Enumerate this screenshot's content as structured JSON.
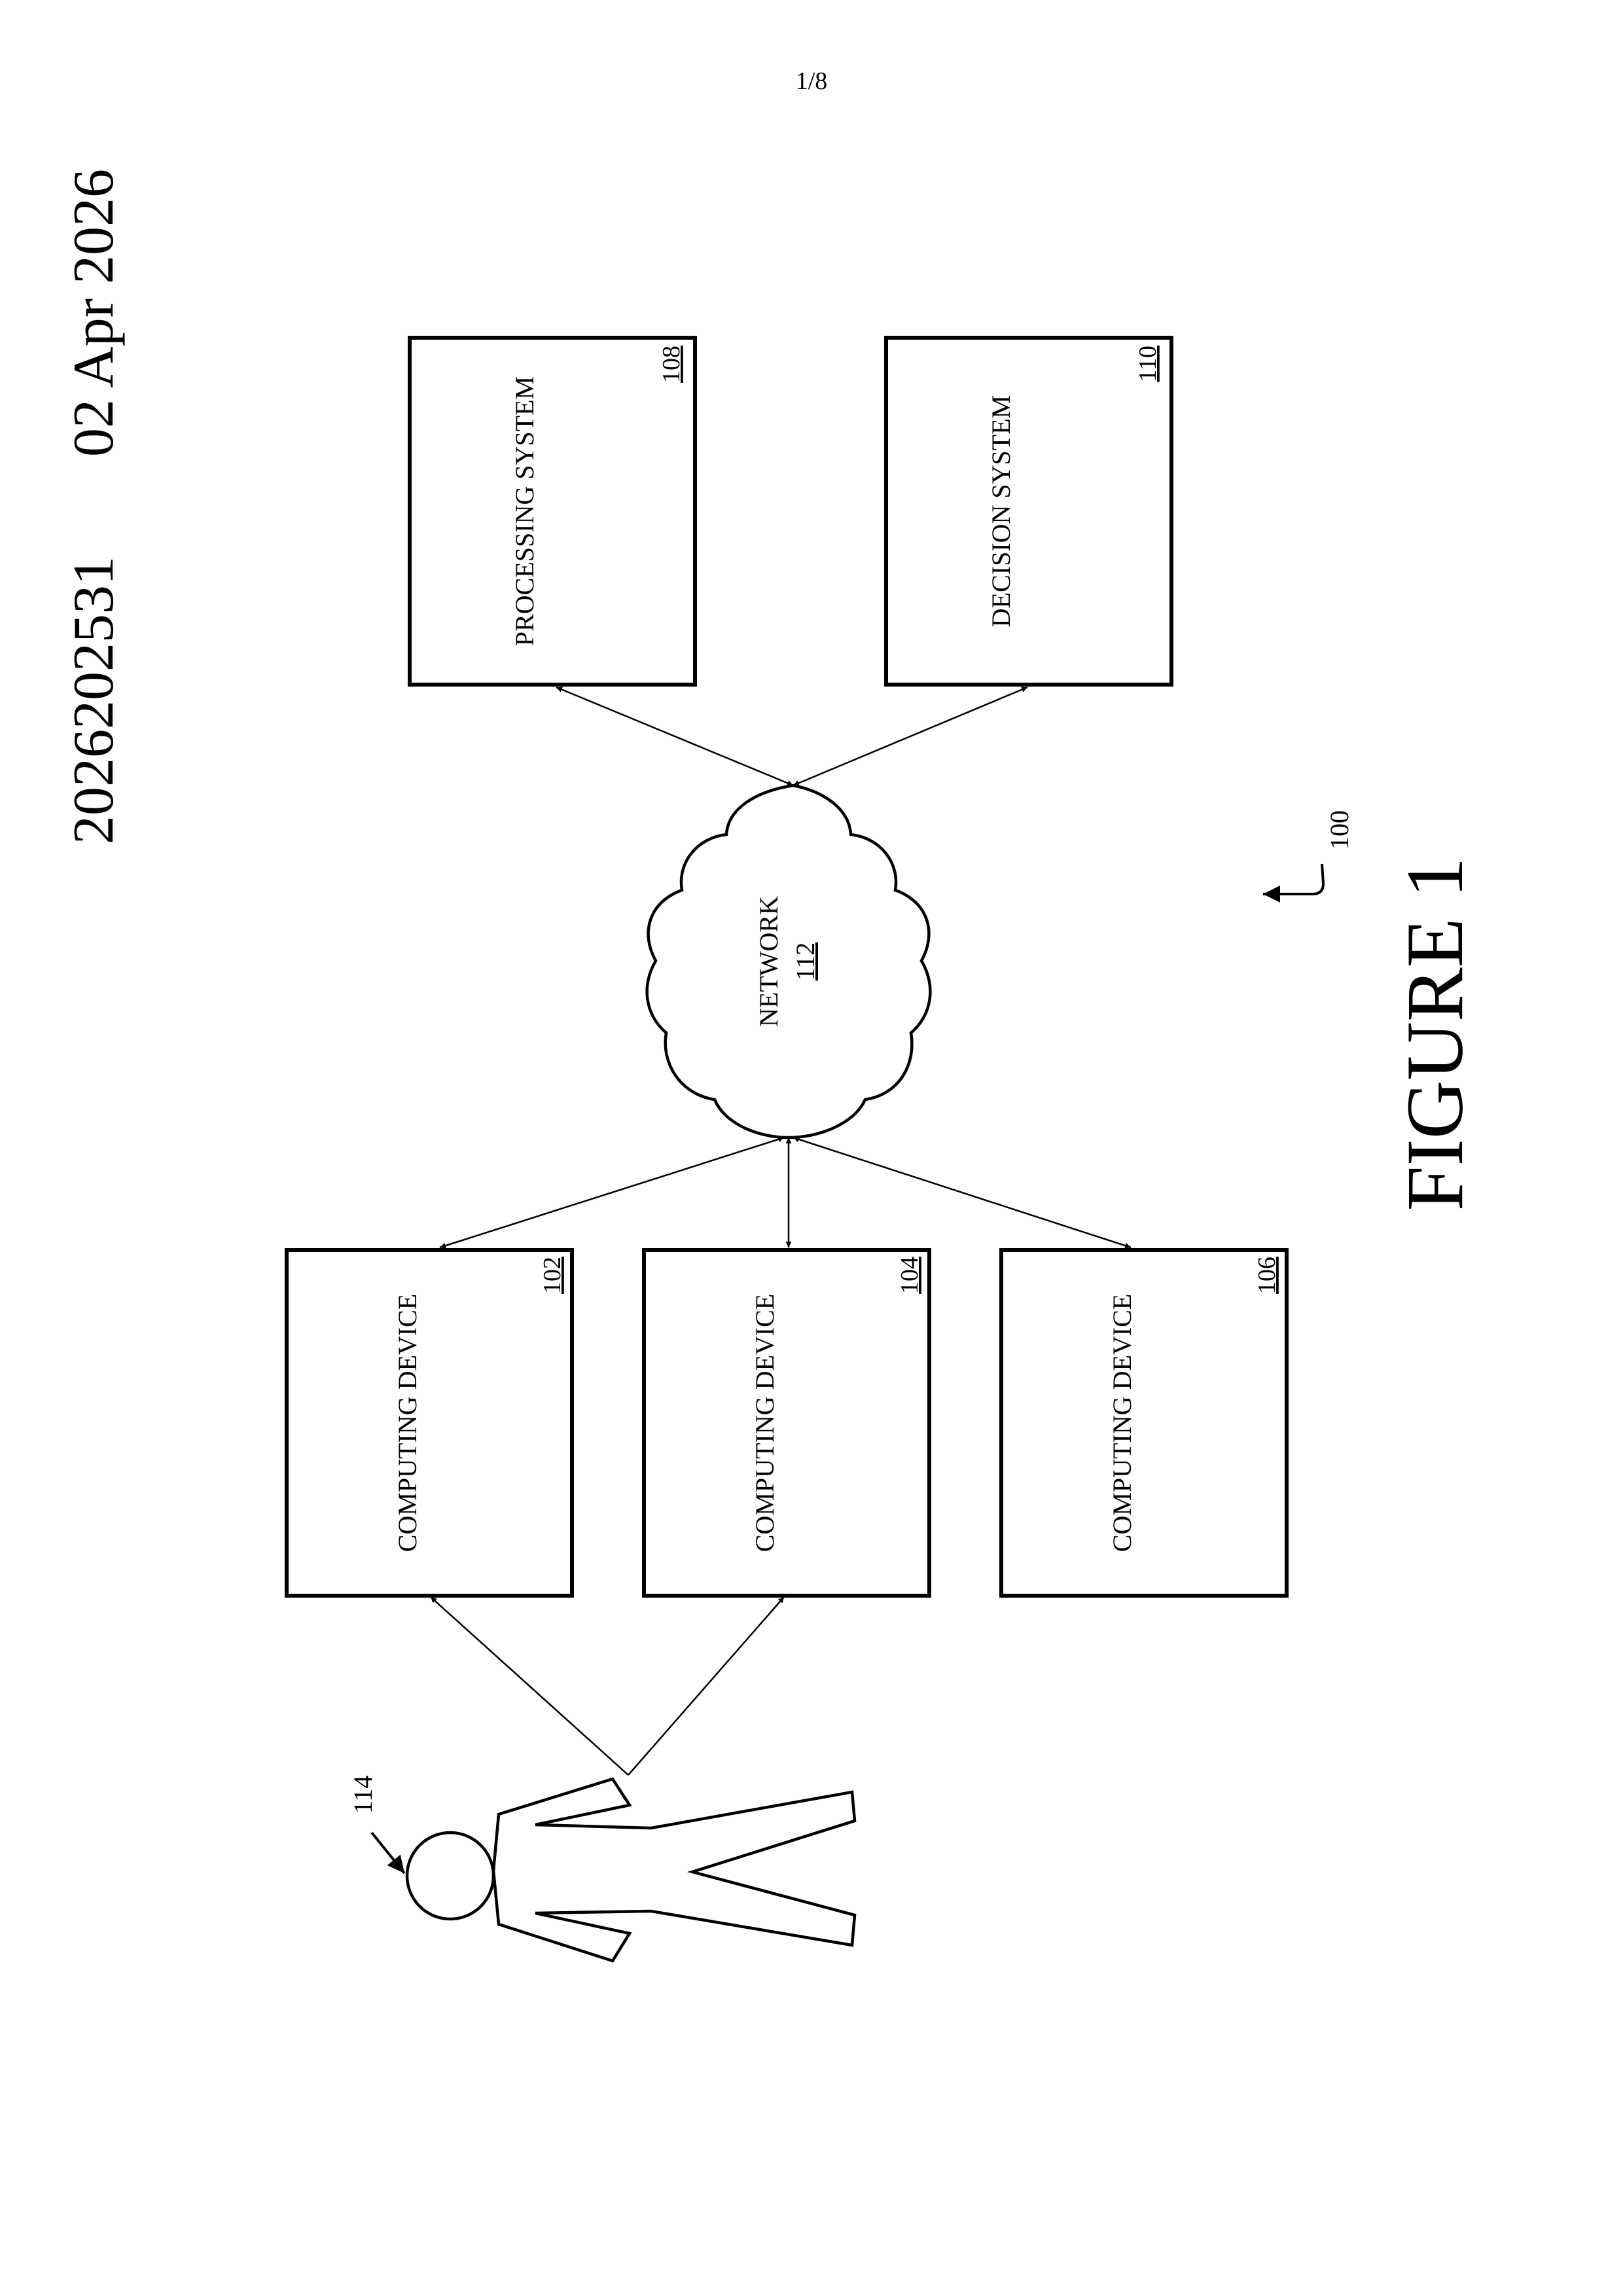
{
  "header": {
    "page_number": "1/8",
    "application_number": "2026202531",
    "filing_date": "02 Apr 2026"
  },
  "figure": {
    "title": "FIGURE 1",
    "system_ref": "100",
    "person_ref": "114",
    "network": {
      "label": "NETWORK",
      "ref": "112"
    },
    "top_boxes": [
      {
        "label": "PROCESSING SYSTEM",
        "ref": "108"
      },
      {
        "label": "DECISION SYSTEM",
        "ref": "110"
      }
    ],
    "devices": [
      {
        "label": "COMPUTING DEVICE",
        "ref": "102"
      },
      {
        "label": "COMPUTING DEVICE",
        "ref": "104"
      },
      {
        "label": "COMPUTING DEVICE",
        "ref": "106"
      }
    ]
  }
}
